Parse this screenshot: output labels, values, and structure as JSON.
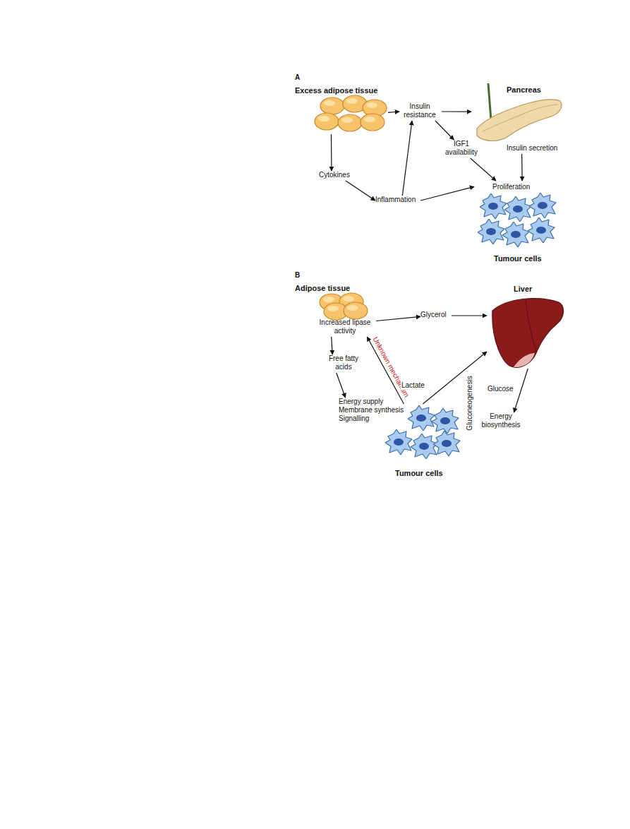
{
  "diagram": {
    "nodes": [
      {
        "text": [
          "Excess adipose tissue"
        ]
      },
      {
        "text": [
          "Insulin resistance"
        ]
      },
      {
        "text": [
          "Pancreas",
          "Insulin secretion"
        ]
      },
      {
        "text": [
          "IGF1 availability"
        ]
      },
      {
        "text": [
          "Cytokines"
        ]
      },
      {
        "text": [
          "Inflammation"
        ]
      },
      {
        "text": [
          "Proliferation",
          "Tumour cells"
        ]
      },
      {
        "text": [
          "Adipose tissue",
          "Increased lipase activity"
        ]
      },
      {
        "text": [
          "Glycerol"
        ]
      },
      {
        "text": [
          "Liver"
        ]
      },
      {
        "text": [
          "Free fatty acids"
        ]
      },
      {
        "text": [
          "Energy supply Membrane synthesis Signalling"
        ]
      },
      {
        "text": [
          "Tumour cells"
        ]
      },
      {
        "text": [
          "Energy biosynthesis"
        ]
      }
    ],
    "edges": [
      {
        "from": 0,
        "to": 1,
        "arrow": "to"
      },
      {
        "from": 1,
        "to": 2,
        "arrow": "to"
      },
      {
        "from": 1,
        "to": 3,
        "arrow": "to"
      },
      {
        "from": 3,
        "to": 6,
        "arrow": "to"
      },
      {
        "from": 2,
        "to": 6,
        "arrow": "to"
      },
      {
        "from": 0,
        "to": 4,
        "arrow": "to"
      },
      {
        "from": 4,
        "to": 5,
        "arrow": "to"
      },
      {
        "from": 5,
        "to": 1,
        "arrow": "to"
      },
      {
        "from": 5,
        "to": 6,
        "arrow": "to"
      },
      {
        "from": 7,
        "to": 8,
        "arrow": "to"
      },
      {
        "from": 8,
        "to": 9,
        "arrow": "to"
      },
      {
        "from": 7,
        "to": 10,
        "arrow": "to"
      },
      {
        "from": 10,
        "to": 11,
        "arrow": "to"
      },
      {
        "from": 12,
        "to": 7,
        "label": "Unknown mechanism",
        "arrow": "to"
      },
      {
        "from": 12,
        "to": 9,
        "label": "Lactate",
        "arrow": "to"
      },
      {
        "from": 9,
        "to": 13,
        "label": "Glucose",
        "arrow": "to"
      }
    ],
    "labels": [
      "A",
      "B",
      "Gluconeogenesis"
    ]
  }
}
